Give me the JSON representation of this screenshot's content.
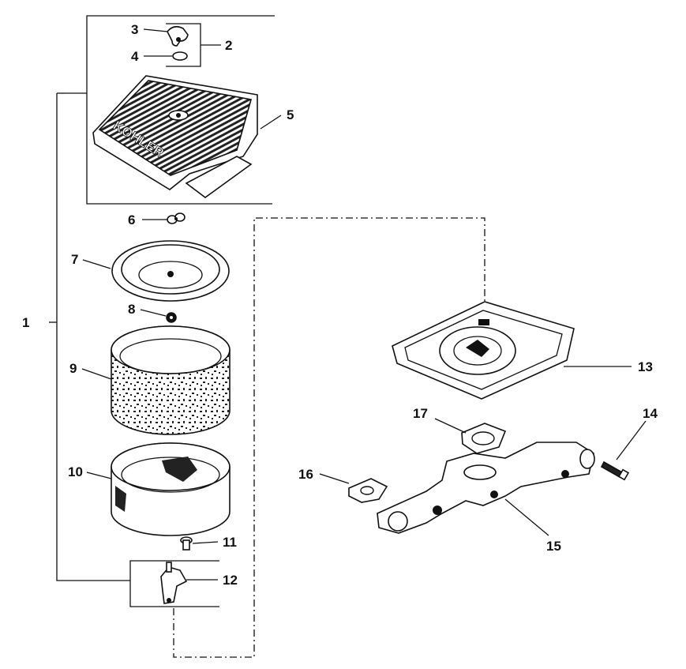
{
  "callouts": [
    "1",
    "2",
    "3",
    "4",
    "5",
    "6",
    "7",
    "8",
    "9",
    "10",
    "11",
    "12",
    "13",
    "14",
    "15",
    "16",
    "17"
  ],
  "cover_logo": "KOHLER"
}
